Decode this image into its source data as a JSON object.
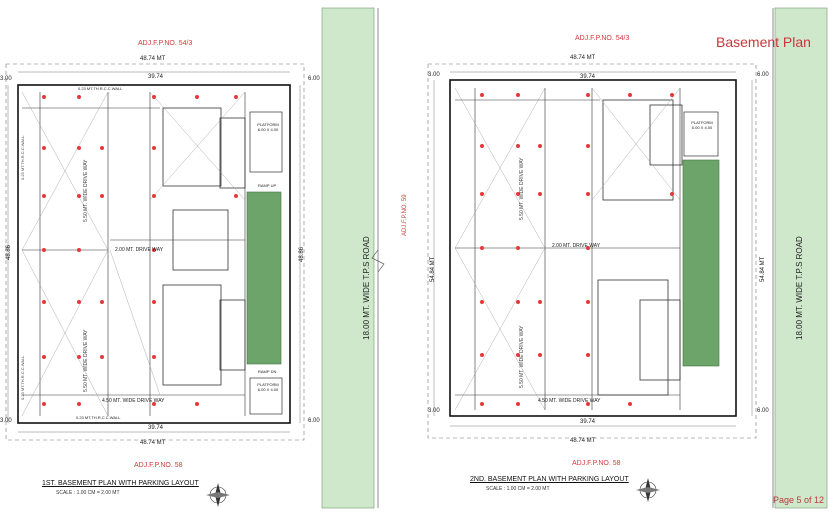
{
  "header": {
    "title": "Basement Plan",
    "page": "Page 5 of 12"
  },
  "left_plan": {
    "adj_top": "ADJ.F.P.NO. 54/3",
    "adj_bottom": "ADJ.F.P.NO. 58",
    "dim_top_outer": "48.74 MT",
    "dim_top_inner": "39.74",
    "dim_bottom_inner": "39.74",
    "dim_bottom_outer": "48.74 MT",
    "dim_left": "48.86",
    "dim_right": "48.86",
    "dim_edge_tl": "3.00",
    "dim_edge_tr": "6.00",
    "dim_edge_bl": "3.00",
    "dim_edge_br": "6.00",
    "title": "1ST. BASEMENT PLAN WITH PARKING LAYOUT",
    "scale": "SCALE : 1.00 CM = 2.00 MT",
    "platform_top": "PLATFORM 6.00 X 4.00",
    "platform_bottom": "PLATFORM 6.00 X 4.00",
    "ramp_up": "RAMP UP",
    "ramp_dn": "RAMP DN",
    "drive_way_1": "5.50 MT. WIDE DRIVE WAY",
    "drive_way_2": "5.50 MT. WIDE DRIVE WAY",
    "drive_way_3": "2.00 MT. DRIVE WAY",
    "drive_way_4": "4.50 MT. WIDE DRIVE WAY",
    "wall_top": "0.23 MT.TH.R.C.C.WALL",
    "wall_bottom": "0.23 MT.TH.R.C.C.WALL",
    "wall_left": "0.23 MT.TH.R.C.C.WALL",
    "wall_right": "0.23 MT.TH.R.C.C.WALL"
  },
  "right_plan": {
    "adj_top": "ADJ.F.P.NO. 54/3",
    "adj_bottom": "ADJ.F.P.NO. 58",
    "adj_left": "ADJ.F.P.NO. 59",
    "dim_top_outer": "48.74 MT",
    "dim_top_inner": "39.74",
    "dim_bottom_inner": "39.74",
    "dim_bottom_outer": "48.74 MT",
    "dim_left": "54.84 MT",
    "dim_right": "54.84 MT",
    "dim_edge_tl": "3.00",
    "dim_edge_tr": "6.00",
    "dim_edge_bl": "3.00",
    "dim_edge_br": "6.00",
    "title": "2ND. BASEMENT PLAN WITH PARKING LAYOUT",
    "scale": "SCALE : 1.00 CM = 2.00 MT",
    "platform": "PLATFORM 6.00 X 4.00",
    "drive_way_1": "5.50 MT. WIDE DRIVE WAY",
    "drive_way_2": "5.50 MT. WIDE DRIVE WAY",
    "drive_way_3": "2.00 MT. DRIVE WAY",
    "drive_way_4": "4.50 MT. WIDE DRIVE WAY"
  },
  "road_left": "18.00 MT. WIDE T.P.S ROAD",
  "road_right": "18.00 MT. WIDE T.P.S ROAD",
  "colors": {
    "accent_red": "#d2323a",
    "road_green": "#cfe8cc",
    "ramp_green": "#5e9b5a",
    "line": "#333333"
  },
  "icons": [
    "north-arrow-icon",
    "north-arrow-icon"
  ]
}
